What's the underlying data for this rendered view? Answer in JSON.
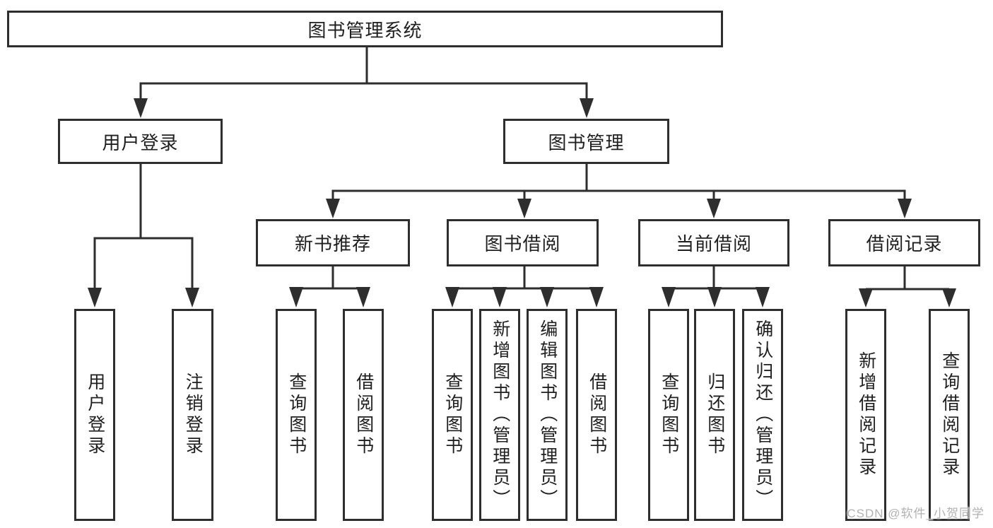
{
  "tree": {
    "root": {
      "label": "图书管理系统"
    },
    "branches": [
      {
        "label": "用户登录",
        "children": [
          {
            "label": "用户登录"
          },
          {
            "label": "注销登录"
          }
        ]
      },
      {
        "label": "图书管理",
        "children": [
          {
            "label": "新书推荐",
            "children": [
              {
                "label": "查询图书"
              },
              {
                "label": "借阅图书"
              }
            ]
          },
          {
            "label": "图书借阅",
            "children": [
              {
                "label": "查询图书"
              },
              {
                "label": "新增图书（管理员）"
              },
              {
                "label": "编辑图书（管理员）"
              },
              {
                "label": "借阅图书"
              }
            ]
          },
          {
            "label": "当前借阅",
            "children": [
              {
                "label": "查询图书"
              },
              {
                "label": "归还图书"
              },
              {
                "label": "确认归还（管理员）"
              }
            ]
          },
          {
            "label": "借阅记录",
            "children": [
              {
                "label": "新增借阅记录"
              },
              {
                "label": "查询借阅记录"
              }
            ]
          }
        ]
      }
    ]
  },
  "watermark": {
    "text": "CSDN @软件_小贺同学"
  },
  "colors": {
    "line": "#2e2e2e",
    "text": "#1f1f1f",
    "watermark": "#b2b2b2",
    "background": "#ffffff"
  }
}
